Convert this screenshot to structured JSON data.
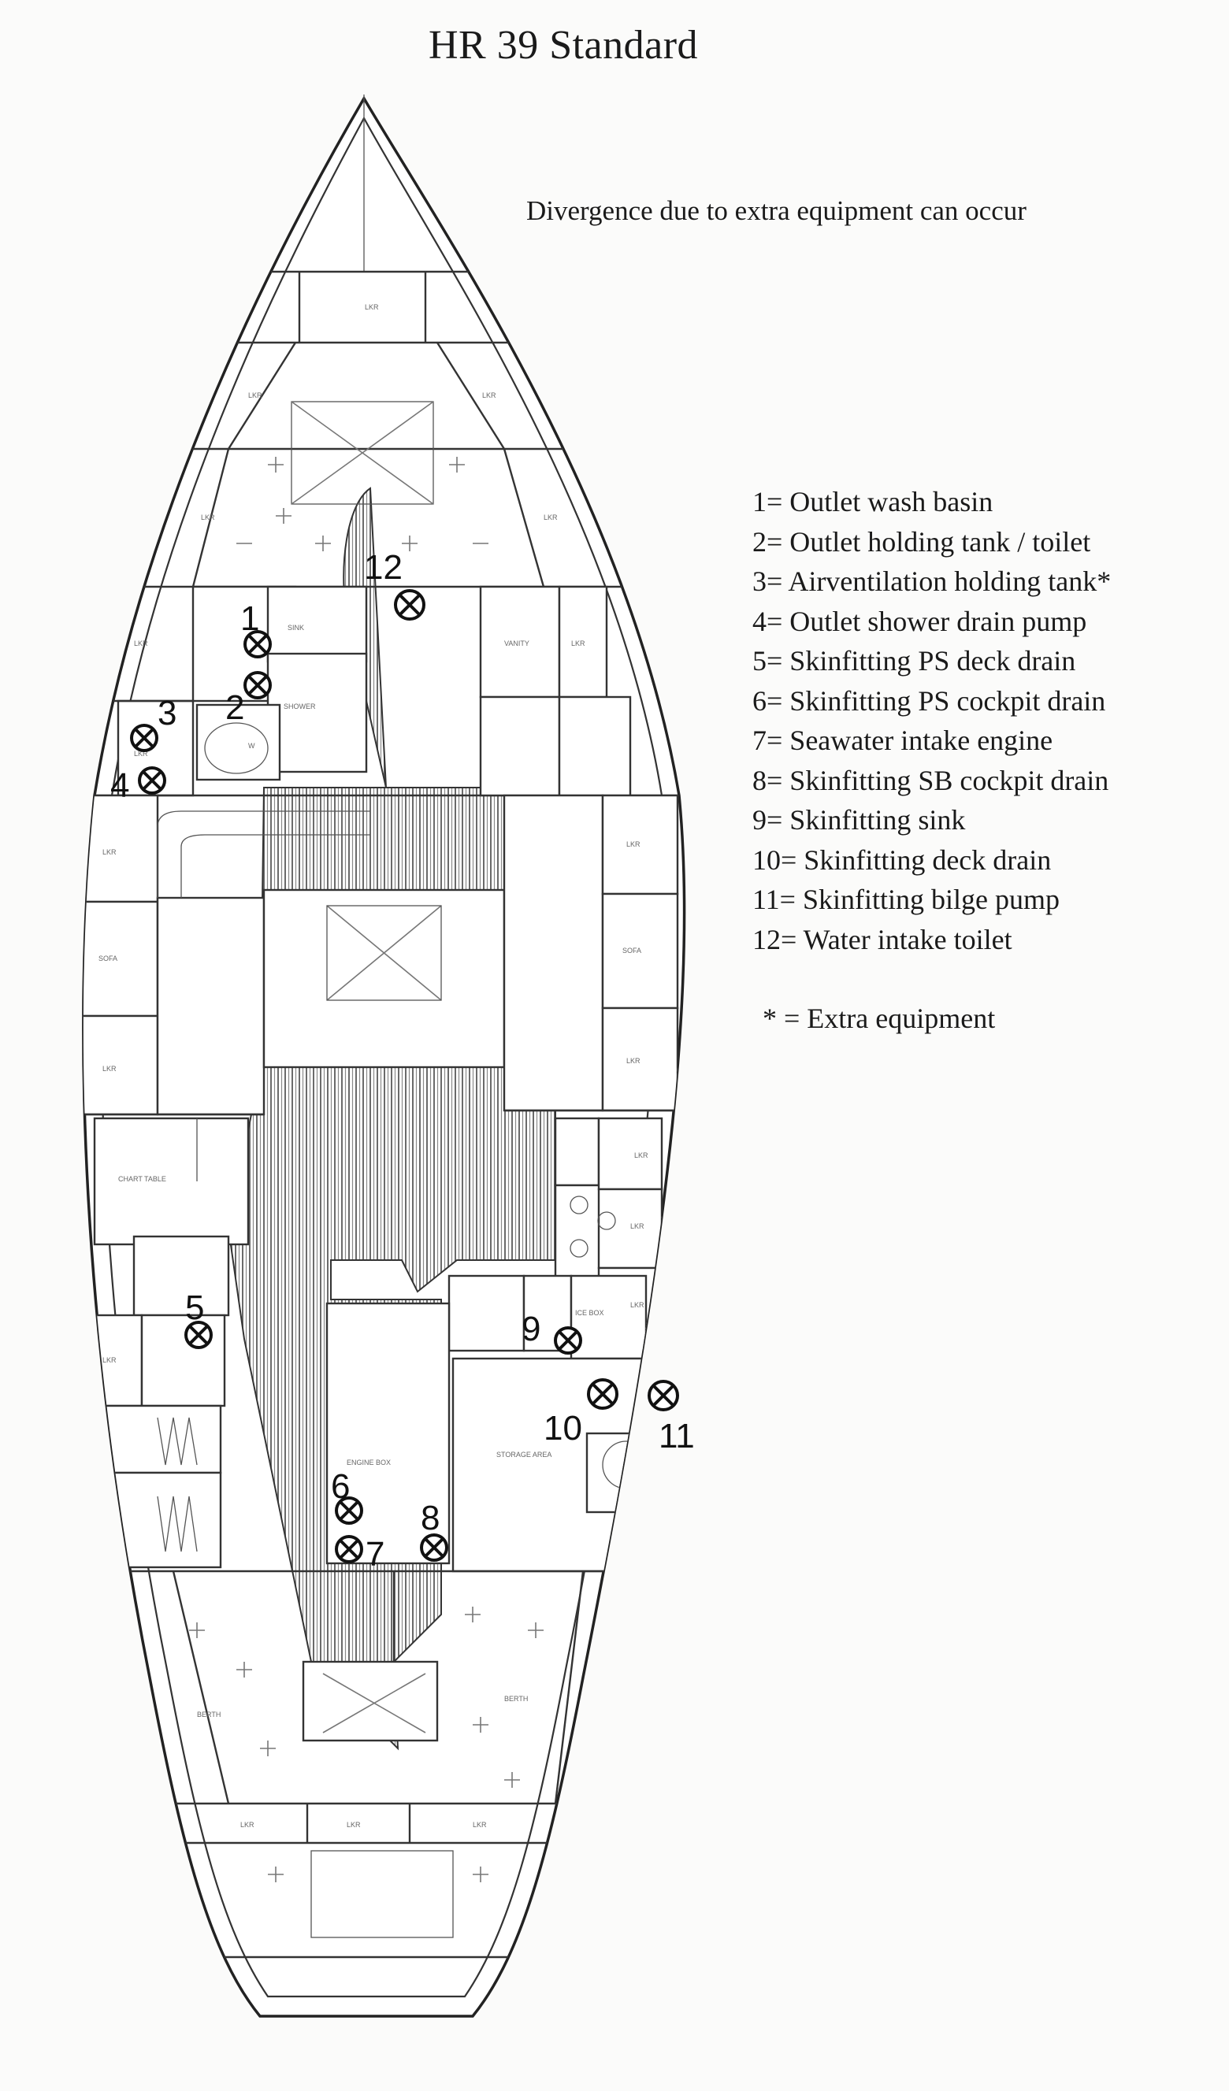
{
  "title": "HR 39 Standard",
  "note": "Divergence due to extra equipment can occur",
  "legend": [
    "1= Outlet wash basin",
    "2= Outlet holding tank / toilet",
    "3= Airventilation holding tank*",
    "4= Outlet shower drain pump",
    "5= Skinfitting PS deck drain",
    "6= Skinfitting PS cockpit drain",
    "7= Seawater intake engine",
    "8= Skinfitting SB cockpit drain",
    "9= Skinfitting sink",
    "10= Skinfitting deck drain",
    "11= Skinfitting bilge pump",
    "12= Water intake toilet"
  ],
  "extra_note": "* = Extra equipment",
  "markers": [
    "1",
    "2",
    "3",
    "4",
    "5",
    "6",
    "7",
    "8",
    "9",
    "10",
    "11",
    "12"
  ],
  "colors": {
    "ink": "#1a1a1a",
    "paper": "#fbfbfa",
    "floor_hatch": "#6a6a6a"
  }
}
